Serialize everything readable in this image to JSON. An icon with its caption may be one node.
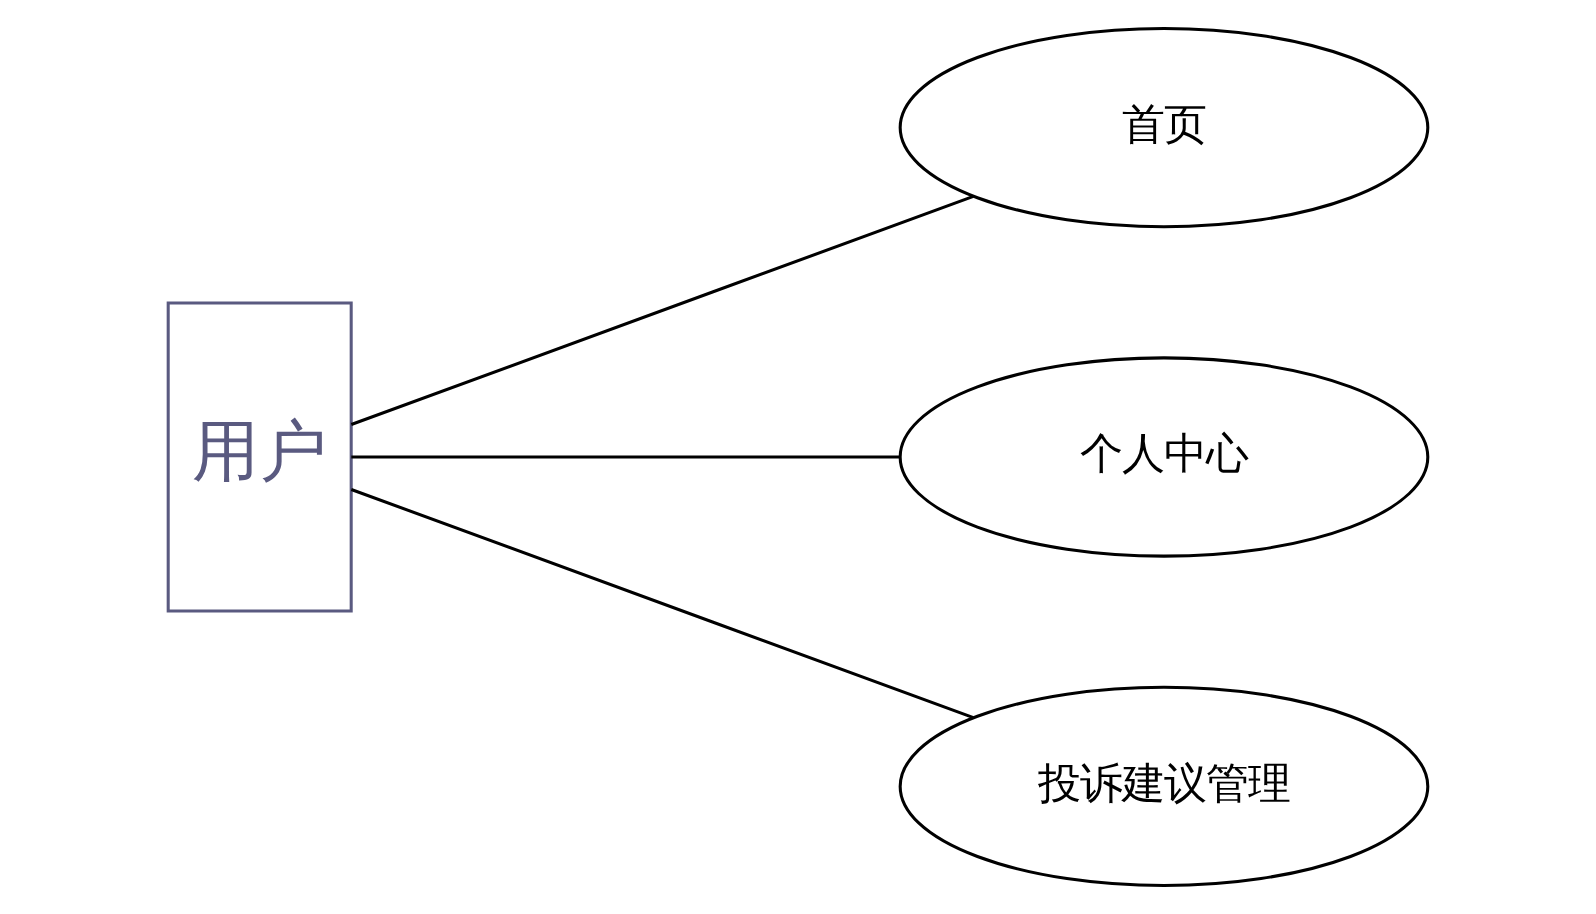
{
  "diagram": {
    "nodes": [
      {
        "text": [
          "用户"
        ]
      },
      {
        "text": [
          "首页"
        ]
      },
      {
        "text": [
          "个人中心"
        ]
      },
      {
        "text": [
          "投诉建议管理"
        ]
      }
    ],
    "edges": [
      {
        "from": 0,
        "to": 1,
        "arrow": "none"
      },
      {
        "from": 0,
        "to": 2,
        "arrow": "none"
      },
      {
        "from": 0,
        "to": 3,
        "arrow": "none"
      }
    ]
  }
}
